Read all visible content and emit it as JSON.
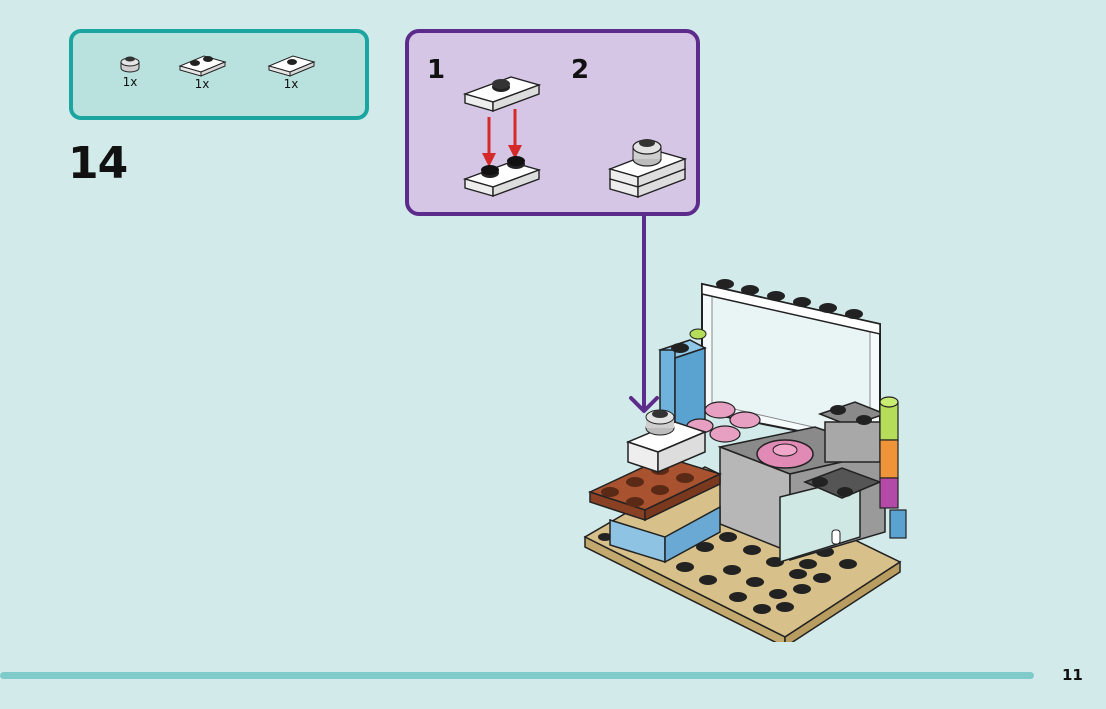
{
  "step": {
    "number": "14"
  },
  "parts": [
    {
      "name": "round-tile-part-icon",
      "qty": "1x"
    },
    {
      "name": "plate-1x2-part-icon",
      "qty": "1x"
    },
    {
      "name": "jumper-plate-part-icon",
      "qty": "1x"
    }
  ],
  "substeps": [
    {
      "label": "1"
    },
    {
      "label": "2"
    }
  ],
  "page": {
    "number": "11"
  },
  "colors": {
    "background": "#d3eaea",
    "parts_border": "#1aa5a0",
    "substep_border": "#5d2b8b",
    "substep_fill": "#d5c6e6",
    "arrow_red": "#d42a2a",
    "footer_bar": "#7fcbc9"
  }
}
